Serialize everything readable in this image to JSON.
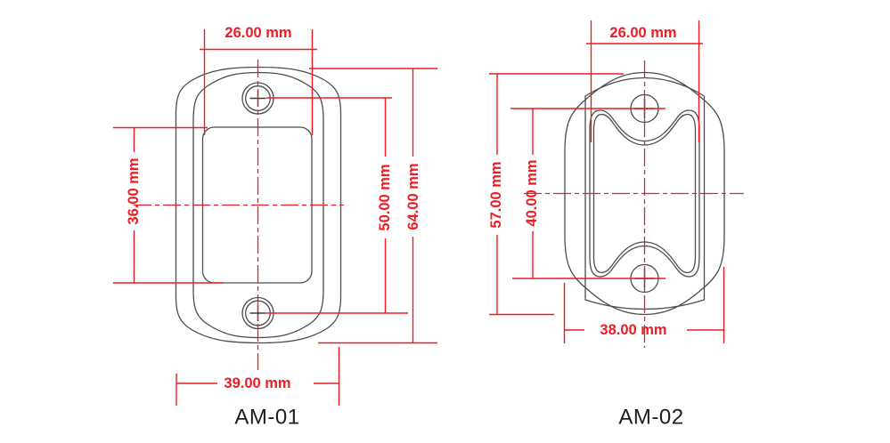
{
  "drawing": {
    "units": "mm",
    "colors": {
      "dimension": "#ed1c24",
      "outline": "#4b4c4e",
      "label": "#1d1d1f",
      "background": "#ffffff"
    },
    "parts": [
      {
        "label": "AM-01",
        "dims": {
          "window_width": "26.00 mm",
          "window_height": "36.00 mm",
          "hole_pitch": "50.00 mm",
          "overall_height": "64.00 mm",
          "overall_width": "39.00 mm"
        }
      },
      {
        "label": "AM-02",
        "dims": {
          "pad_width": "26.00 mm",
          "overall_height": "57.00 mm",
          "hole_pitch": "40.00 mm",
          "overall_width": "38.00 mm"
        }
      }
    ]
  }
}
